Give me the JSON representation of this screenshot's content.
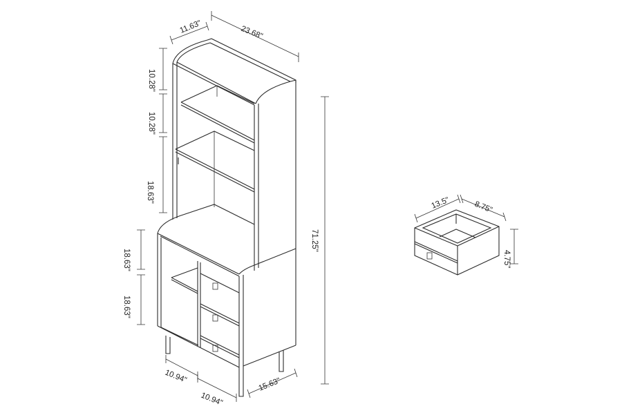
{
  "colors": {
    "line": "#2a2a2a",
    "background": "#ffffff"
  },
  "dimensions": {
    "depth_top": "11.63\"",
    "width_top": "23.68\"",
    "shelf_1": "10.28\"",
    "shelf_2": "10.28\"",
    "shelf_3": "18.63\"",
    "total_height": "71.25\"",
    "lower_1": "18.63\"",
    "lower_2": "18.63\"",
    "bottom_left": "10.94\"",
    "bottom_mid": "10.94\"",
    "bottom_depth": "15.63\"",
    "drawer_width": "13.5\"",
    "drawer_depth": "8.75\"",
    "drawer_height": "4.75\""
  }
}
